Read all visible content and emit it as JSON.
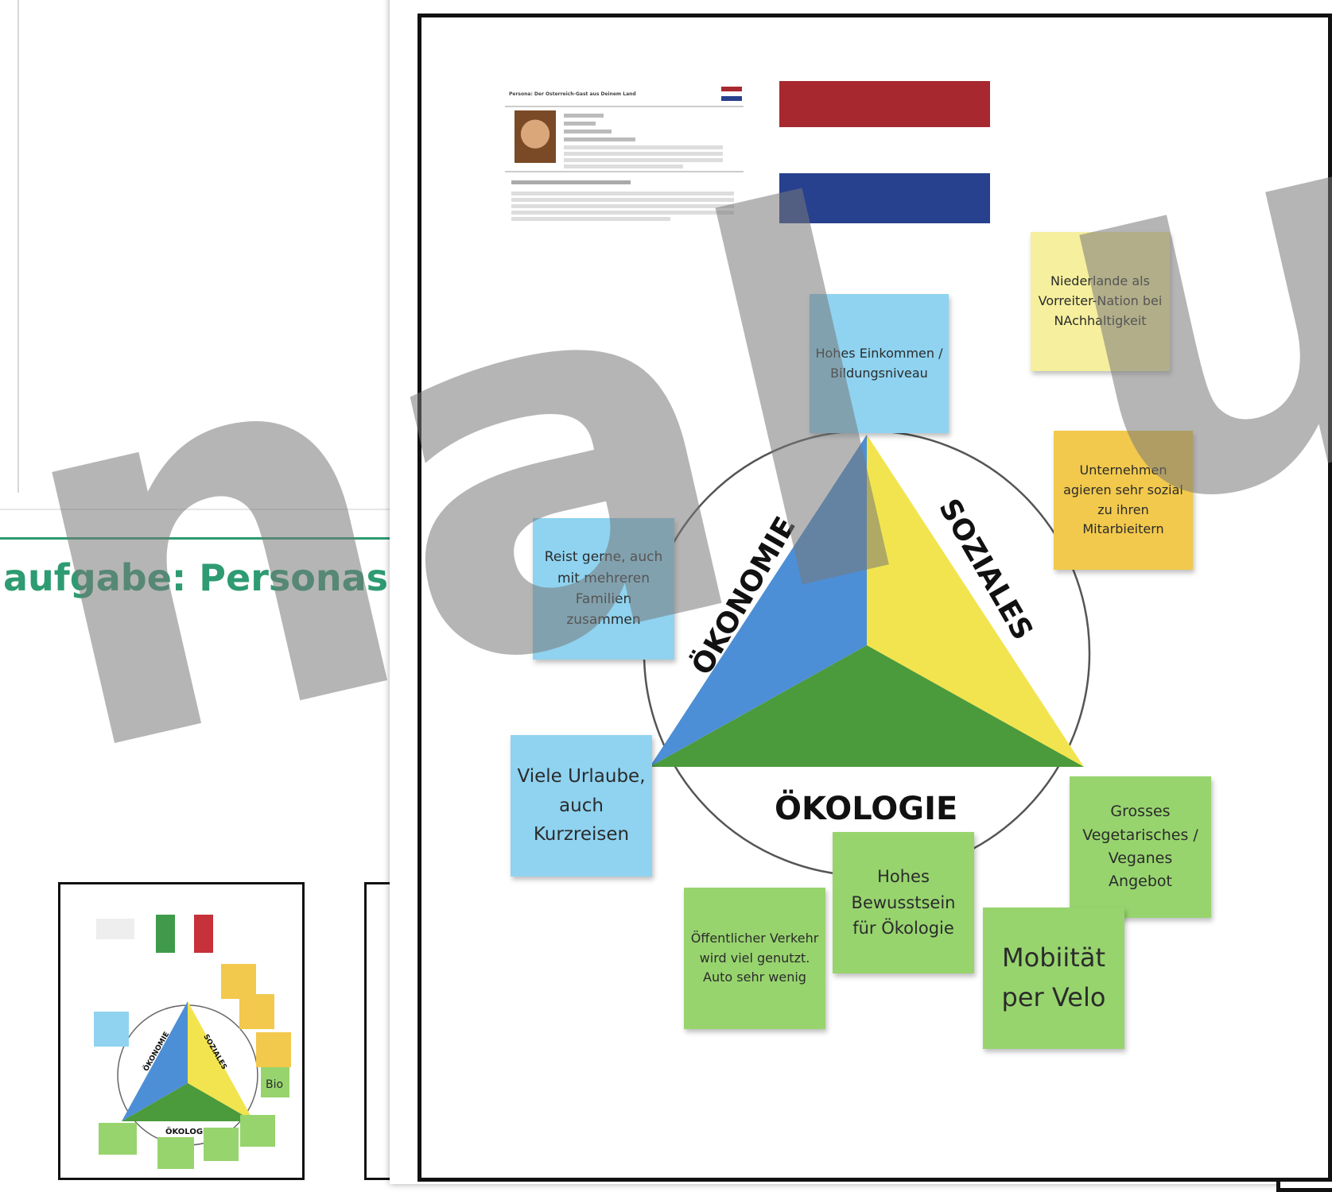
{
  "section": {
    "title": "aufgabe: Personas"
  },
  "poster": {
    "persona_header": "Persona: Der Österreich-Gast aus Deinem Land",
    "flag_colors": {
      "red": "#a8282f",
      "blue": "#27418e"
    },
    "dimensions": {
      "economy": "ÖKONOMIE",
      "social": "SOZIALES",
      "ecology": "ÖKOLOGIE"
    },
    "notes": {
      "income": "Hohes Einkommen / Bildungsniveau",
      "netherlands": "Niederlande als Vorreiter-Nation bei NAchhaltigkeit",
      "companies": "Unternehmen agieren sehr sozial zu ihren Mitarbieitern",
      "travel": "Reist gerne, auch mit mehreren Familien zusammen",
      "holidays": "Viele Urlaube, auch Kurzreisen",
      "veg": "Grosses Vegetarisches / Veganes Angebot",
      "awareness": "Hohes Bewusstsein für Ökologie",
      "transport": "Öffentlicher Verkehr wird viel genutzt. Auto sehr wenig",
      "bike": "Mobiität per Velo"
    }
  },
  "thumbnail": {
    "flag_colors": {
      "green": "#3f9b4a",
      "white": "#ffffff",
      "red": "#c6313a"
    },
    "dimensions": {
      "economy": "ÖKONOMIE",
      "social": "SOZIALES",
      "ecology": "ÖKOLOGIE"
    },
    "bio_note": "Bio"
  },
  "watermark": {
    "text": "nal use"
  }
}
